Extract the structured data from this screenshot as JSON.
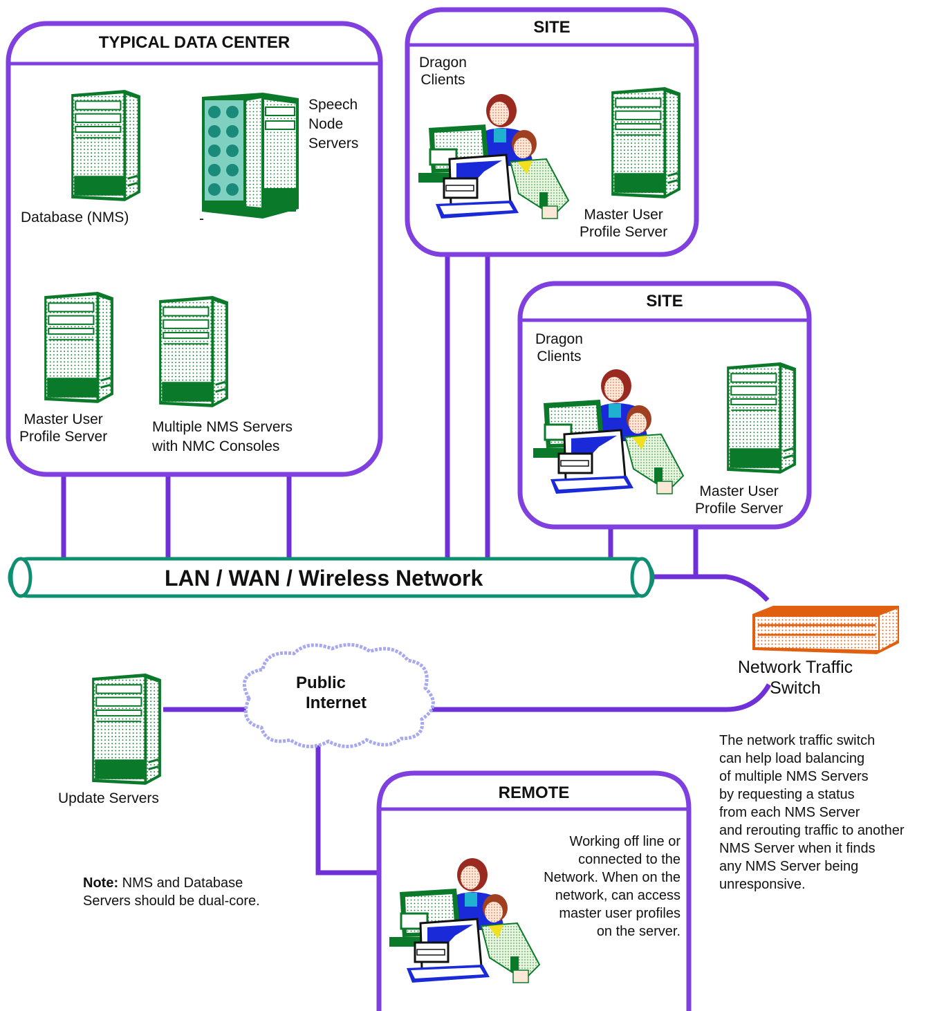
{
  "colors": {
    "frame": "#8040e0",
    "link": "#7030d8",
    "network_tube": "#0f8f72",
    "server_green": "#0a7a2a",
    "switch_orange": "#e06010",
    "cloud": "#a8a8f0"
  },
  "data_center": {
    "title": "TYPICAL DATA CENTER",
    "database_label": "Database (NMS)",
    "speech_node_label": "Speech\nNode\nServers",
    "dash": "-",
    "master_profile_label": "Master User\nProfile Server",
    "nms_label": "Multiple NMS Servers\nwith NMC Consoles"
  },
  "site_top": {
    "title": "SITE",
    "clients_label": "Dragon\nClients",
    "server_label": "Master User\nProfile Server"
  },
  "site_mid": {
    "title": "SITE",
    "clients_label": "Dragon\nClients",
    "server_label": "Master User\nProfile Server"
  },
  "network": {
    "label": "LAN / WAN / Wireless Network"
  },
  "switch": {
    "label": "Network Traffic\nSwitch"
  },
  "internet": {
    "label_line1": "Public",
    "label_line2": "Internet"
  },
  "update": {
    "label": "Update Servers"
  },
  "remote": {
    "title": "REMOTE",
    "description": "Working off line or\nconnected to the\nNetwork. When on the\nnetwork, can access\nmaster user profiles\non the server."
  },
  "switch_note": "The network traffic switch\ncan help load balancing\nof multiple NMS Servers\nby requesting a status\nfrom each NMS Server\nand rerouting traffic to another\nNMS Server when it finds\nany NMS Server being\nunresponsive.",
  "note": {
    "bold": "Note:",
    "text": " NMS and Database\nServers should be dual-core."
  },
  "icons": [
    "server-tower-icon",
    "speech-node-cabinet-icon",
    "workstation-users-icon",
    "network-switch-icon",
    "cloud-icon"
  ]
}
